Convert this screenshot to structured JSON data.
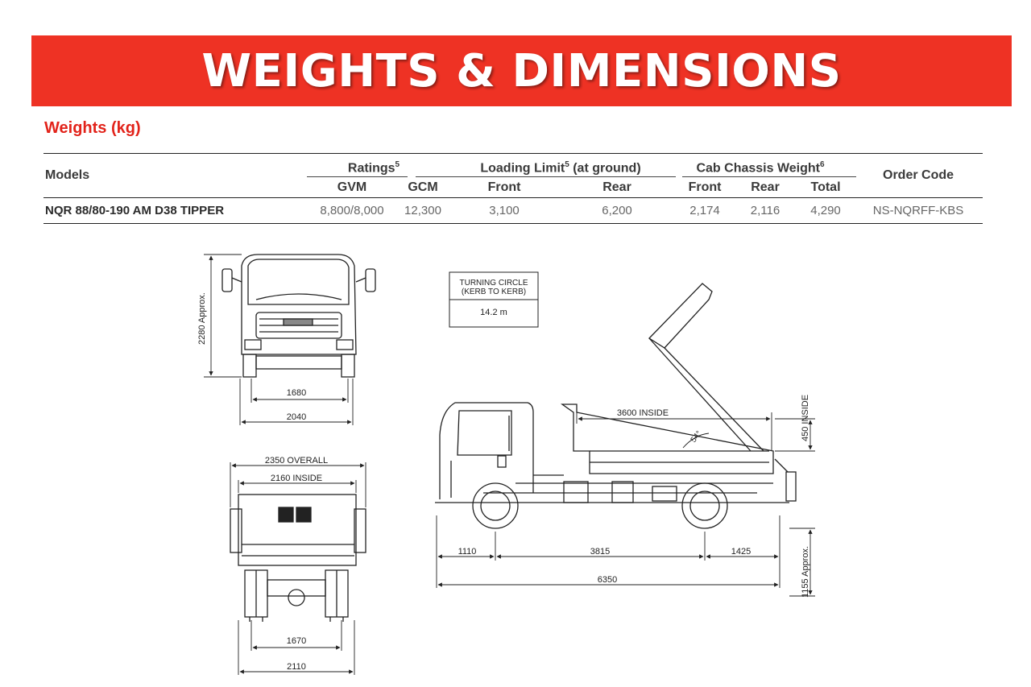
{
  "banner": {
    "title": "WEIGHTS & DIMENSIONS"
  },
  "weights": {
    "heading": "Weights (kg)",
    "headers": {
      "models": "Models",
      "ratings": "Ratings",
      "ratings_sup": "5",
      "loading_limit": "Loading Limit",
      "loading_sup": "5",
      "loading_suffix": " (at ground)",
      "cab_chassis": "Cab Chassis Weight",
      "cab_sup": "6",
      "order_code": "Order Code",
      "gvm": "GVM",
      "gcm": "GCM",
      "front": "Front",
      "rear": "Rear",
      "cab_front": "Front",
      "cab_rear": "Rear",
      "total": "Total"
    },
    "row": {
      "model": "NQR 88/80-190 AM D38 TIPPER",
      "gvm": "8,800/8,000",
      "gcm": "12,300",
      "load_front": "3,100",
      "load_rear": "6,200",
      "cab_front": "2,174",
      "cab_rear": "2,116",
      "cab_total": "4,290",
      "order_code": "NS-NQRFF-KBS"
    }
  },
  "front_view": {
    "height": "2280 Approx.",
    "track": "1680",
    "width": "2040"
  },
  "rear_view": {
    "overall": "2350 OVERALL",
    "inside": "2160 INSIDE",
    "track": "1670",
    "width": "2110"
  },
  "turning_circle": {
    "line1": "TURNING CIRCLE",
    "line2": "(KERB TO KERB)",
    "value": "14.2 m"
  },
  "side_view": {
    "body_inside": "3600 INSIDE",
    "side_height": "450 INSIDE",
    "tip_angle": "54°",
    "front_overhang": "1110",
    "wheelbase": "3815",
    "rear_overhang": "1425",
    "overall_length": "6350",
    "deck_height": "1155 Approx."
  },
  "colors": {
    "banner": "#ee3224",
    "heading": "#e2231a"
  }
}
